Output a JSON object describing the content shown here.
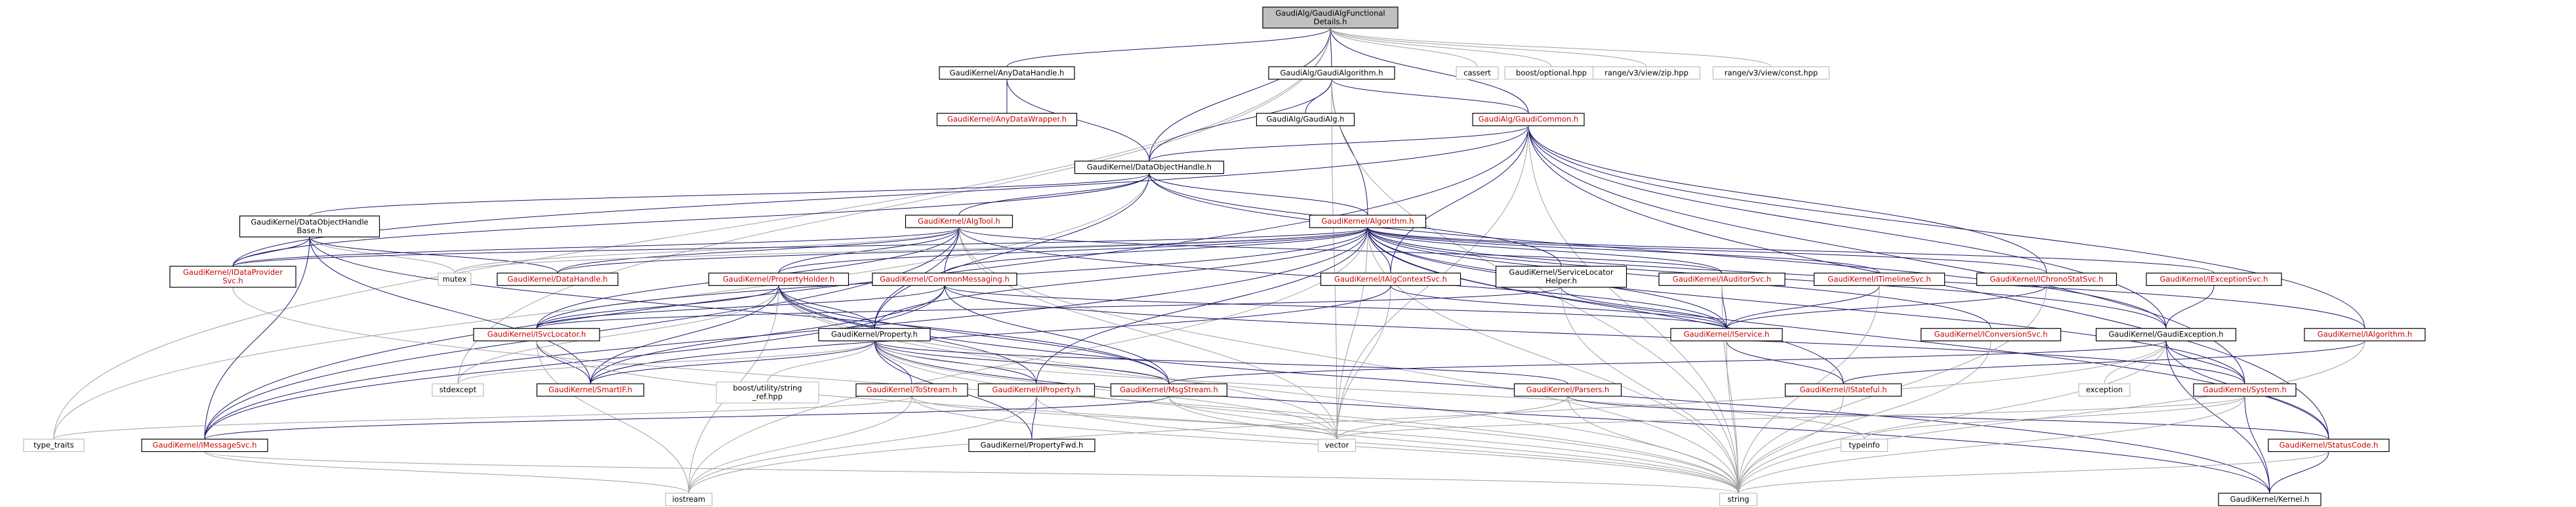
{
  "diagram": {
    "nodes": [
      {
        "id": "root",
        "lines": [
          "GaudiAlg/GaudiAlgFunctional",
          "Details.h"
        ],
        "style": "root"
      },
      {
        "id": "anydatahandle",
        "lines": [
          "GaudiKernel/AnyDataHandle.h"
        ],
        "style": "black"
      },
      {
        "id": "gaudialgorithm",
        "lines": [
          "GaudiAlg/GaudiAlgorithm.h"
        ],
        "style": "black"
      },
      {
        "id": "cassert",
        "lines": [
          "cassert"
        ],
        "style": "gray"
      },
      {
        "id": "boost_optional",
        "lines": [
          "boost/optional.hpp"
        ],
        "style": "gray"
      },
      {
        "id": "range_zip",
        "lines": [
          "range/v3/view/zip.hpp"
        ],
        "style": "gray"
      },
      {
        "id": "range_const",
        "lines": [
          "range/v3/view/const.hpp"
        ],
        "style": "gray"
      },
      {
        "id": "anydatawrapper",
        "lines": [
          "GaudiKernel/AnyDataWrapper.h"
        ],
        "style": "red"
      },
      {
        "id": "gaudialg_h",
        "lines": [
          "GaudiAlg/GaudiAlg.h"
        ],
        "style": "black"
      },
      {
        "id": "gaudicommon",
        "lines": [
          "GaudiAlg/GaudiCommon.h"
        ],
        "style": "red"
      },
      {
        "id": "dataobjecthandle",
        "lines": [
          "GaudiKernel/DataObjectHandle.h"
        ],
        "style": "black"
      },
      {
        "id": "dohandlebase",
        "lines": [
          "GaudiKernel/DataObjectHandle",
          "Base.h"
        ],
        "style": "black"
      },
      {
        "id": "algtool",
        "lines": [
          "GaudiKernel/AlgTool.h"
        ],
        "style": "red"
      },
      {
        "id": "algorithm",
        "lines": [
          "GaudiKernel/Algorithm.h"
        ],
        "style": "red"
      },
      {
        "id": "idataprovidersvc",
        "lines": [
          "GaudiKernel/IDataProvider",
          "Svc.h"
        ],
        "style": "red"
      },
      {
        "id": "mutex",
        "lines": [
          "mutex"
        ],
        "style": "gray"
      },
      {
        "id": "datahandle",
        "lines": [
          "GaudiKernel/DataHandle.h"
        ],
        "style": "red"
      },
      {
        "id": "propertyholder",
        "lines": [
          "GaudiKernel/PropertyHolder.h"
        ],
        "style": "red"
      },
      {
        "id": "commonmessaging",
        "lines": [
          "GaudiKernel/CommonMessaging.h"
        ],
        "style": "red"
      },
      {
        "id": "ialgcontextsvc",
        "lines": [
          "GaudiKernel/IAlgContextSvc.h"
        ],
        "style": "red"
      },
      {
        "id": "servicelocatorhelper",
        "lines": [
          "GaudiKernel/ServiceLocator",
          "Helper.h"
        ],
        "style": "black"
      },
      {
        "id": "iauditorsvc",
        "lines": [
          "GaudiKernel/IAuditorSvc.h"
        ],
        "style": "red"
      },
      {
        "id": "itimelinesvc",
        "lines": [
          "GaudiKernel/ITimelineSvc.h"
        ],
        "style": "red"
      },
      {
        "id": "ichronostatsvc",
        "lines": [
          "GaudiKernel/IChronoStatSvc.h"
        ],
        "style": "red"
      },
      {
        "id": "iexceptionsvc",
        "lines": [
          "GaudiKernel/IExceptionSvc.h"
        ],
        "style": "red"
      },
      {
        "id": "isvclocator",
        "lines": [
          "GaudiKernel/ISvcLocator.h"
        ],
        "style": "red"
      },
      {
        "id": "property_h",
        "lines": [
          "GaudiKernel/Property.h"
        ],
        "style": "black"
      },
      {
        "id": "iservice",
        "lines": [
          "GaudiKernel/IService.h"
        ],
        "style": "red"
      },
      {
        "id": "iconversionsvc",
        "lines": [
          "GaudiKernel/IConversionSvc.h"
        ],
        "style": "red"
      },
      {
        "id": "gaudiexception",
        "lines": [
          "GaudiKernel/GaudiException.h"
        ],
        "style": "black"
      },
      {
        "id": "ialgorithm",
        "lines": [
          "GaudiKernel/IAlgorithm.h"
        ],
        "style": "red"
      },
      {
        "id": "stdexcept",
        "lines": [
          "stdexcept"
        ],
        "style": "gray"
      },
      {
        "id": "smartif",
        "lines": [
          "GaudiKernel/SmartIF.h"
        ],
        "style": "red"
      },
      {
        "id": "boost_string_ref",
        "lines": [
          "boost/utility/string",
          "_ref.hpp"
        ],
        "style": "gray"
      },
      {
        "id": "tostream",
        "lines": [
          "GaudiKernel/ToStream.h"
        ],
        "style": "red"
      },
      {
        "id": "iproperty",
        "lines": [
          "GaudiKernel/IProperty.h"
        ],
        "style": "red"
      },
      {
        "id": "msgstream",
        "lines": [
          "GaudiKernel/MsgStream.h"
        ],
        "style": "red"
      },
      {
        "id": "parsers",
        "lines": [
          "GaudiKernel/Parsers.h"
        ],
        "style": "red"
      },
      {
        "id": "istateful",
        "lines": [
          "GaudiKernel/IStateful.h"
        ],
        "style": "red"
      },
      {
        "id": "exception",
        "lines": [
          "exception"
        ],
        "style": "gray"
      },
      {
        "id": "system_h",
        "lines": [
          "GaudiKernel/System.h"
        ],
        "style": "red"
      },
      {
        "id": "type_traits",
        "lines": [
          "type_traits"
        ],
        "style": "gray"
      },
      {
        "id": "imessagesvc",
        "lines": [
          "GaudiKernel/IMessageSvc.h"
        ],
        "style": "red"
      },
      {
        "id": "propertyfwd",
        "lines": [
          "GaudiKernel/PropertyFwd.h"
        ],
        "style": "black"
      },
      {
        "id": "vector",
        "lines": [
          "vector"
        ],
        "style": "gray"
      },
      {
        "id": "typeinfo",
        "lines": [
          "typeinfo"
        ],
        "style": "gray"
      },
      {
        "id": "statuscode",
        "lines": [
          "GaudiKernel/StatusCode.h"
        ],
        "style": "red"
      },
      {
        "id": "iostream",
        "lines": [
          "iostream"
        ],
        "style": "gray"
      },
      {
        "id": "string",
        "lines": [
          "string"
        ],
        "style": "gray"
      },
      {
        "id": "kernel_h",
        "lines": [
          "GaudiKernel/Kernel.h"
        ],
        "style": "black"
      }
    ],
    "edges": [
      [
        "root",
        "anydatahandle"
      ],
      [
        "root",
        "gaudialgorithm"
      ],
      [
        "root",
        "cassert"
      ],
      [
        "root",
        "boost_optional"
      ],
      [
        "root",
        "range_zip"
      ],
      [
        "root",
        "range_const"
      ],
      [
        "root",
        "dataobjecthandle"
      ],
      [
        "root",
        "gaudicommon"
      ],
      [
        "root",
        "type_traits"
      ],
      [
        "root",
        "stdexcept"
      ],
      [
        "anydatahandle",
        "anydatawrapper"
      ],
      [
        "anydatahandle",
        "dataobjecthandle"
      ],
      [
        "gaudialgorithm",
        "gaudialg_h"
      ],
      [
        "gaudialgorithm",
        "gaudicommon"
      ],
      [
        "gaudialgorithm",
        "dataobjecthandle"
      ],
      [
        "gaudialgorithm",
        "algorithm"
      ],
      [
        "gaudialgorithm",
        "vector"
      ],
      [
        "gaudialgorithm",
        "string"
      ],
      [
        "gaudicommon",
        "dataobjecthandle"
      ],
      [
        "gaudicommon",
        "idataprovidersvc"
      ],
      [
        "gaudicommon",
        "ialgcontextsvc"
      ],
      [
        "gaudicommon",
        "ichronostatsvc"
      ],
      [
        "gaudicommon",
        "gaudiexception"
      ],
      [
        "gaudicommon",
        "ialgorithm"
      ],
      [
        "gaudicommon",
        "system_h"
      ],
      [
        "gaudicommon",
        "statuscode"
      ],
      [
        "gaudicommon",
        "imessagesvc"
      ],
      [
        "gaudicommon",
        "vector"
      ],
      [
        "gaudicommon",
        "string"
      ],
      [
        "dataobjecthandle",
        "dohandlebase"
      ],
      [
        "dataobjecthandle",
        "algtool"
      ],
      [
        "dataobjecthandle",
        "algorithm"
      ],
      [
        "dataobjecthandle",
        "idataprovidersvc"
      ],
      [
        "dataobjecthandle",
        "servicelocatorhelper"
      ],
      [
        "dataobjecthandle",
        "type_traits"
      ],
      [
        "dataobjecthandle",
        "gaudiexception"
      ],
      [
        "dataobjecthandle",
        "property_h"
      ],
      [
        "dohandlebase",
        "datahandle"
      ],
      [
        "dohandlebase",
        "idataprovidersvc"
      ],
      [
        "dohandlebase",
        "imessagesvc"
      ],
      [
        "dohandlebase",
        "smartif"
      ],
      [
        "dohandlebase",
        "mutex"
      ],
      [
        "dohandlebase",
        "msgstream"
      ],
      [
        "algtool",
        "datahandle"
      ],
      [
        "algtool",
        "idataprovidersvc"
      ],
      [
        "algtool",
        "mutex"
      ],
      [
        "algtool",
        "propertyholder"
      ],
      [
        "algtool",
        "commonmessaging"
      ],
      [
        "algtool",
        "iauditorsvc"
      ],
      [
        "algtool",
        "iservice"
      ],
      [
        "algtool",
        "isvclocator"
      ],
      [
        "algtool",
        "property_h"
      ],
      [
        "algtool",
        "imessagesvc"
      ],
      [
        "algtool",
        "vector"
      ],
      [
        "algtool",
        "string"
      ],
      [
        "algorithm",
        "datahandle"
      ],
      [
        "algorithm",
        "idataprovidersvc"
      ],
      [
        "algorithm",
        "mutex"
      ],
      [
        "algorithm",
        "propertyholder"
      ],
      [
        "algorithm",
        "commonmessaging"
      ],
      [
        "algorithm",
        "ialgcontextsvc"
      ],
      [
        "algorithm",
        "iauditorsvc"
      ],
      [
        "algorithm",
        "itimelinesvc"
      ],
      [
        "algorithm",
        "ichronostatsvc"
      ],
      [
        "algorithm",
        "iexceptionsvc"
      ],
      [
        "algorithm",
        "iconversionsvc"
      ],
      [
        "algorithm",
        "isvclocator"
      ],
      [
        "algorithm",
        "iservice"
      ],
      [
        "algorithm",
        "ialgorithm"
      ],
      [
        "algorithm",
        "property_h"
      ],
      [
        "algorithm",
        "iproperty"
      ],
      [
        "algorithm",
        "istateful"
      ],
      [
        "algorithm",
        "system_h"
      ],
      [
        "algorithm",
        "statuscode"
      ],
      [
        "algorithm",
        "vector"
      ],
      [
        "algorithm",
        "string"
      ],
      [
        "algorithm",
        "iostream"
      ],
      [
        "algorithm",
        "gaudiexception"
      ],
      [
        "algorithm",
        "imessagesvc"
      ],
      [
        "idataprovidersvc",
        "string"
      ],
      [
        "propertyholder",
        "property_h"
      ],
      [
        "propertyholder",
        "iproperty"
      ],
      [
        "propertyholder",
        "isvclocator"
      ],
      [
        "propertyholder",
        "smartif"
      ],
      [
        "propertyholder",
        "msgstream"
      ],
      [
        "propertyholder",
        "stdexcept"
      ],
      [
        "propertyholder",
        "vector"
      ],
      [
        "propertyholder",
        "string"
      ],
      [
        "propertyholder",
        "iostream"
      ],
      [
        "propertyholder",
        "kernel_h"
      ],
      [
        "commonmessaging",
        "msgstream"
      ],
      [
        "commonmessaging",
        "imessagesvc"
      ],
      [
        "commonmessaging",
        "iservice"
      ],
      [
        "commonmessaging",
        "smartif"
      ],
      [
        "commonmessaging",
        "isvclocator"
      ],
      [
        "commonmessaging",
        "system_h"
      ],
      [
        "ialgcontextsvc",
        "vector"
      ],
      [
        "ialgcontextsvc",
        "iservice"
      ],
      [
        "ialgcontextsvc",
        "smartif"
      ],
      [
        "servicelocatorhelper",
        "iservice"
      ],
      [
        "servicelocatorhelper",
        "isvclocator"
      ],
      [
        "servicelocatorhelper",
        "string"
      ],
      [
        "iauditorsvc",
        "iservice"
      ],
      [
        "iauditorsvc",
        "string"
      ],
      [
        "itimelinesvc",
        "iservice"
      ],
      [
        "itimelinesvc",
        "string"
      ],
      [
        "ichronostatsvc",
        "iservice"
      ],
      [
        "ichronostatsvc",
        "string"
      ],
      [
        "iexceptionsvc",
        "gaudiexception"
      ],
      [
        "iconversionsvc",
        "string"
      ],
      [
        "isvclocator",
        "smartif"
      ],
      [
        "isvclocator",
        "string"
      ],
      [
        "isvclocator",
        "iostream"
      ],
      [
        "property_h",
        "iproperty"
      ],
      [
        "property_h",
        "tostream"
      ],
      [
        "property_h",
        "parsers"
      ],
      [
        "property_h",
        "smartif"
      ],
      [
        "property_h",
        "stdexcept"
      ],
      [
        "property_h",
        "boost_string_ref"
      ],
      [
        "property_h",
        "propertyfwd"
      ],
      [
        "property_h",
        "msgstream"
      ],
      [
        "property_h",
        "string"
      ],
      [
        "property_h",
        "vector"
      ],
      [
        "property_h",
        "typeinfo"
      ],
      [
        "property_h",
        "kernel_h"
      ],
      [
        "iservice",
        "istateful"
      ],
      [
        "iservice",
        "string"
      ],
      [
        "gaudiexception",
        "system_h"
      ],
      [
        "gaudiexception",
        "statuscode"
      ],
      [
        "gaudiexception",
        "exception"
      ],
      [
        "gaudiexception",
        "string"
      ],
      [
        "gaudiexception",
        "iostream"
      ],
      [
        "gaudiexception",
        "kernel_h"
      ],
      [
        "gaudiexception",
        "msgstream"
      ],
      [
        "ialgorithm",
        "istateful"
      ],
      [
        "ialgorithm",
        "string"
      ],
      [
        "tostream",
        "type_traits"
      ],
      [
        "tostream",
        "vector"
      ],
      [
        "tostream",
        "iostream"
      ],
      [
        "tostream",
        "string"
      ],
      [
        "iproperty",
        "propertyfwd"
      ],
      [
        "iproperty",
        "iostream"
      ],
      [
        "iproperty",
        "string"
      ],
      [
        "msgstream",
        "imessagesvc"
      ],
      [
        "msgstream",
        "vector"
      ],
      [
        "msgstream",
        "string"
      ],
      [
        "parsers",
        "statuscode"
      ],
      [
        "parsers",
        "vector"
      ],
      [
        "parsers",
        "string"
      ],
      [
        "istateful",
        "string"
      ],
      [
        "system_h",
        "kernel_h"
      ],
      [
        "system_h",
        "string"
      ],
      [
        "system_h",
        "vector"
      ],
      [
        "system_h",
        "typeinfo"
      ],
      [
        "imessagesvc",
        "iostream"
      ],
      [
        "imessagesvc",
        "string"
      ],
      [
        "statuscode",
        "kernel_h"
      ],
      [
        "statuscode",
        "string"
      ]
    ]
  }
}
